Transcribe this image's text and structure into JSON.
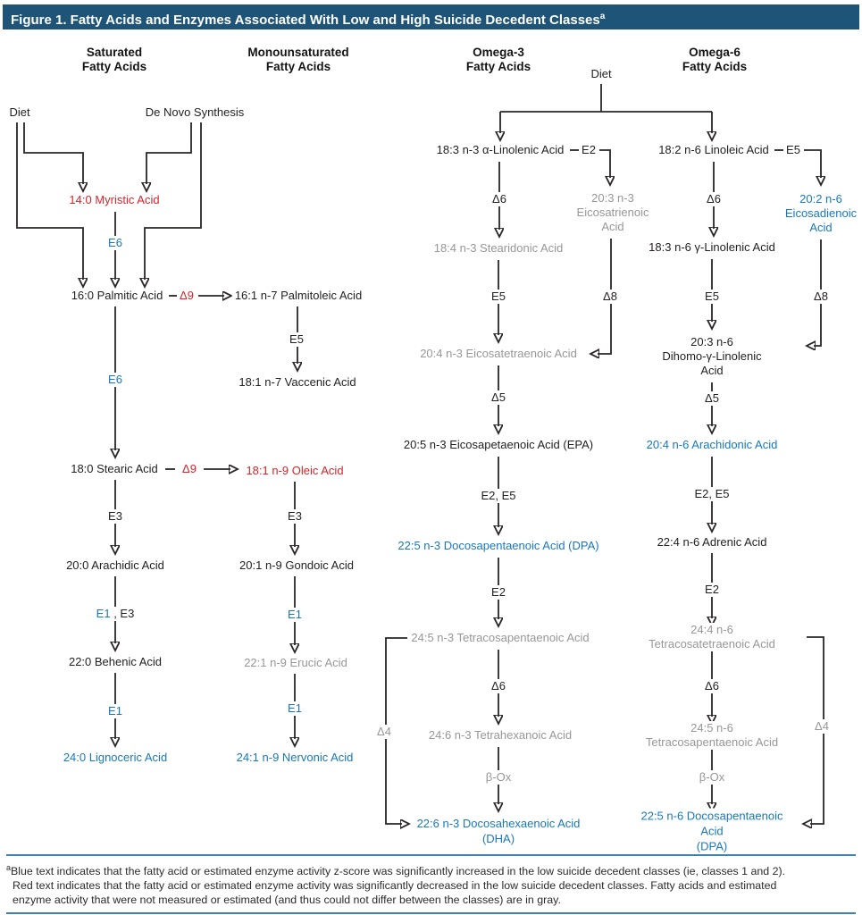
{
  "title_bar": {
    "text": "Figure 1. Fatty Acids and Enzymes Associated With Low and High Suicide Decedent Classes",
    "superscript": "a"
  },
  "headers": {
    "saturated": "Saturated\nFatty Acids",
    "monounsaturated": "Monounsaturated\nFatty Acids",
    "omega3": "Omega-3\nFatty Acids",
    "omega6": "Omega-6\nFatty Acids"
  },
  "saturated": {
    "diet": "Diet",
    "de_novo": "De Novo Synthesis",
    "myristic": "14:0 Myristic Acid",
    "e6_top": "E6",
    "palmitic": "16:0 Palmitic Acid",
    "delta9_palmitic": "Δ9",
    "e6_bottom": "E6",
    "stearic": "18:0 Stearic Acid",
    "delta9_stearic": "Δ9",
    "e3": "E3",
    "arachidic": "20:0 Arachidic Acid",
    "e1": "E1",
    "e1_e3_rest": " , E3",
    "behenic": "22:0 Behenic Acid",
    "e1_lower": "E1",
    "lignoceric": "24:0 Lignoceric Acid"
  },
  "monounsaturated": {
    "palmitoleic": "16:1 n-7 Palmitoleic Acid",
    "e5": "E5",
    "vaccenic": "18:1 n-7 Vaccenic Acid",
    "oleic": "18:1 n-9 Oleic Acid",
    "e3": "E3",
    "gondoic": "20:1 n-9 Gondoic Acid",
    "e1_upper": "E1",
    "erucic": "22:1 n-9 Erucic Acid",
    "e1_lower": "E1",
    "nervonic": "24:1 n-9 Nervonic Acid"
  },
  "omega3": {
    "diet": "Diet",
    "ala": "18:3 n-3 α-Linolenic Acid",
    "e2_branch": "E2",
    "eicosatrienoic": "20:3 n-3\nEicosatrienoic\nAcid",
    "delta6": "Δ6",
    "stearidonic": "18:4 n-3 Stearidonic Acid",
    "e5": "E5",
    "delta8": "Δ8",
    "eicosatetraenoic": "20:4 n-3 Eicosatetraenoic Acid",
    "delta5": "Δ5",
    "epa": "20:5 n-3 Eicosapetaenoic Acid (EPA)",
    "e2_e5": "E2, E5",
    "dpa": "22:5 n-3 Docosapentaenoic Acid (DPA)",
    "e2": "E2",
    "tetracosapentaenoic": "24:5 n-3 Tetracosapentaenoic Acid",
    "delta6_lower": "Δ6",
    "delta4": "Δ4",
    "tetrahexanoic": "24:6 n-3 Tetrahexanoic Acid",
    "beta_ox": "β-Ox",
    "dha": "22:6 n-3 Docosahexaenoic Acid\n(DHA)"
  },
  "omega6": {
    "linoleic": "18:2 n-6 Linoleic Acid",
    "e5_branch": "E5",
    "eicosadienoic": "20:2 n-6\nEicosadienoic\nAcid",
    "delta6": "Δ6",
    "gla": "18:3 n-6 γ-Linolenic Acid",
    "e5": "E5",
    "delta8": "Δ8",
    "dgla": "20:3 n-6\nDihomo-γ-Linolenic\nAcid",
    "delta5": "Δ5",
    "arachidonic": "20:4 n-6 Arachidonic Acid",
    "e2_e5": "E2, E5",
    "adrenic": "22:4 n-6 Adrenic Acid",
    "e2": "E2",
    "tetracosatetraenoic": "24:4 n-6 Tetracosatetraenoic Acid",
    "delta6_lower": "Δ6",
    "delta4": "Δ4",
    "tetracosapentaenoic": "24:5 n-6 Tetracosapentaenoic Acid",
    "beta_ox": "β-Ox",
    "dpa": "22:5 n-6 Docosapentaenoic Acid\n(DPA)"
  },
  "footnote": {
    "superscript": "a",
    "line1": "Blue text indicates that the fatty acid or estimated enzyme activity z-score was significantly increased in the low suicide decedent classes (ie, classes 1 and 2).",
    "line2": "Red text indicates that the fatty acid or estimated enzyme activity was significantly decreased in the low suicide decedent classes. Fatty acids and estimated",
    "line3": "enzyme activity that were not measured or estimated (and thus could not differ between the classes) are in gray."
  },
  "colors": {
    "title_bg": "#1d5477",
    "rule_blue": "#4080ad",
    "increased_blue": "#1878bd",
    "decreased_red": "#d8232a",
    "unmeasured_gray": "#979797",
    "text_black": "#252122"
  }
}
